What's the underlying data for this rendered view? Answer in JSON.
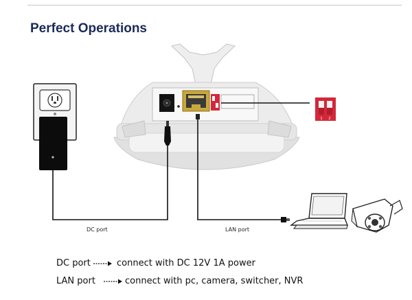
{
  "title": "Perfect Operations",
  "labels": {
    "dc_port": "DC port",
    "lan_port": "LAN port"
  },
  "dip_switch_numbers": [
    "1",
    "2"
  ],
  "legend": [
    {
      "term": "DC port",
      "description": "connect with DC 12V 1A power"
    },
    {
      "term": "LAN port",
      "description": "connect with pc, camera, switcher, NVR"
    }
  ],
  "colors": {
    "title": "#1b2a5a",
    "dip_switch": "#d3283a",
    "cable": "#111111",
    "housing": "#e9e9e9"
  }
}
